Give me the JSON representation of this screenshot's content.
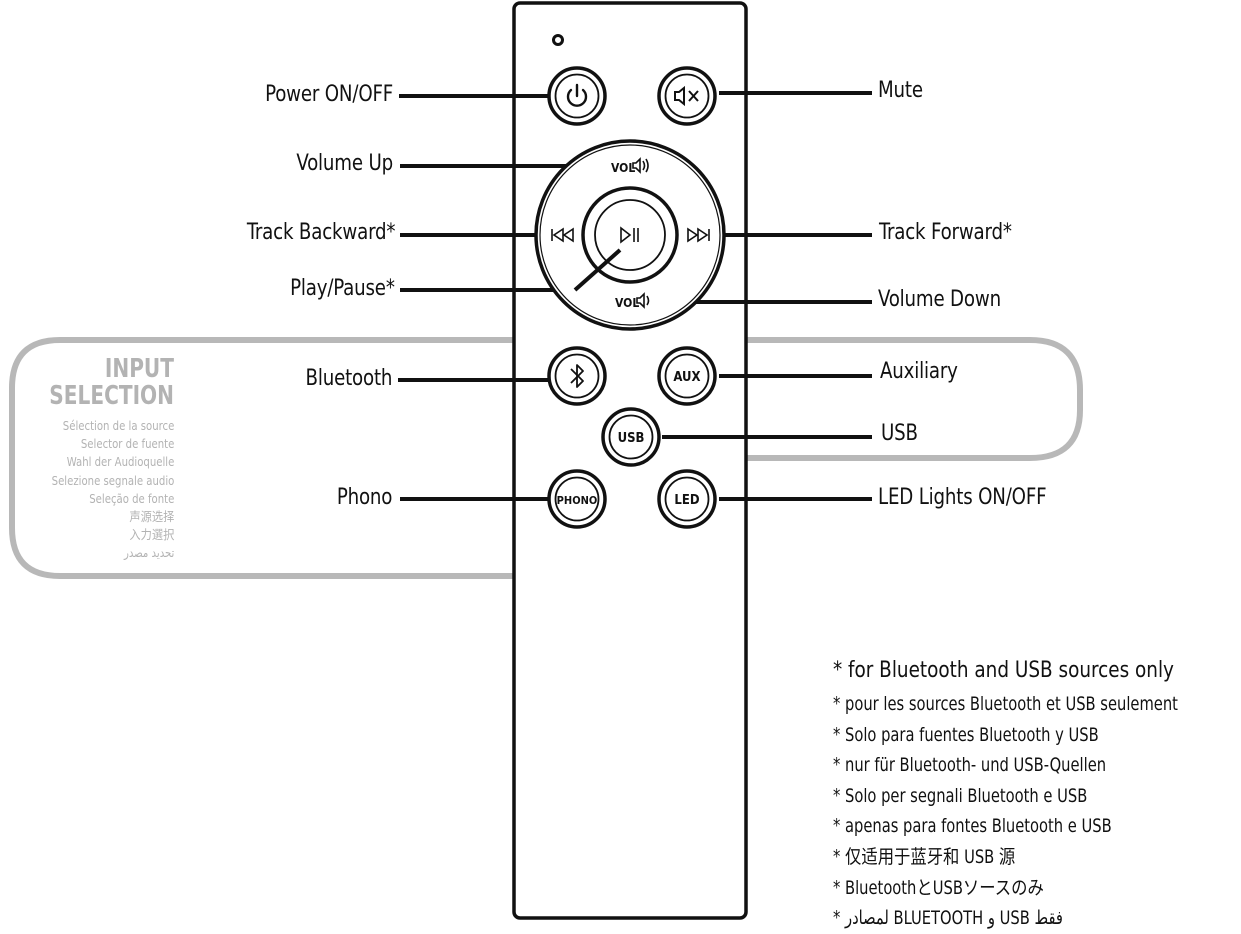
{
  "labels": {
    "power": "Power ON/OFF",
    "mute": "Mute",
    "volume_up": "Volume Up",
    "track_backward": "Track Backward*",
    "track_forward": "Track Forward*",
    "play_pause": "Play/Pause*",
    "volume_down": "Volume Down",
    "bluetooth": "Bluetooth",
    "auxiliary": "Auxiliary",
    "usb": "USB",
    "phono": "Phono",
    "led": "LED Lights ON/OFF"
  },
  "buttons": {
    "vol_up": "VOL",
    "vol_down": "VOL",
    "aux": "AUX",
    "usb": "USB",
    "phono": "PHONO",
    "led": "LED"
  },
  "input_selection": {
    "title_line1": "INPUT",
    "title_line2": "SELECTION",
    "translations": [
      "Sélection de la source",
      "Selector de fuente",
      "Wahl der Audioquelle",
      "Selezione segnale audio",
      "Seleção de fonte",
      "声源选择",
      "入力選択",
      "تحديد مصدر"
    ]
  },
  "notes": {
    "title": "* for Bluetooth and USB sources only",
    "lines": [
      "* pour les sources Bluetooth et USB seulement",
      "* Solo para fuentes Bluetooth y USB",
      "* nur für Bluetooth- und USB-Quellen",
      "* Solo per segnali Bluetooth e USB",
      "* apenas para fontes Bluetooth e USB",
      "* 仅适用于蓝牙和 USB 源",
      "* BluetoothとUSBソースのみ",
      "* لمصادر BLUETOOTH و USB فقط"
    ]
  },
  "colors": {
    "line": "#111111",
    "input_region": "#b8b8b8",
    "input_text": "#b3b3b3"
  },
  "icons": {
    "power": "power-icon",
    "mute": "mute-icon",
    "prev": "skip-back-icon",
    "next": "skip-forward-icon",
    "play_pause": "play-pause-icon",
    "bluetooth": "bluetooth-icon",
    "speaker": "speaker-icon"
  }
}
